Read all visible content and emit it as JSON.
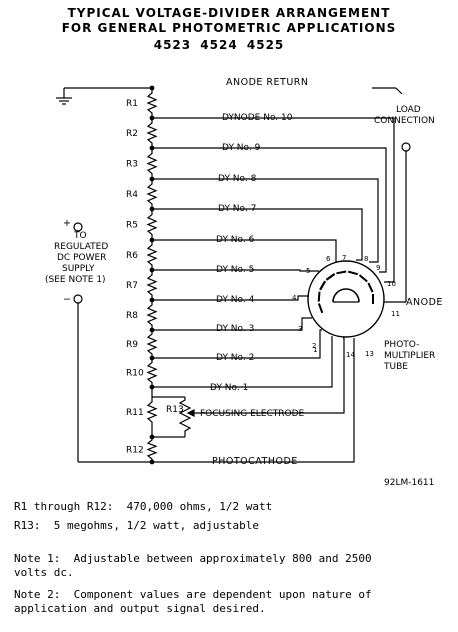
{
  "title": {
    "line1": "TYPICAL VOLTAGE-DIVIDER ARRANGEMENT",
    "line2": "FOR GENERAL PHOTOMETRIC APPLICATIONS",
    "line3": "4523   4524   4525"
  },
  "labels": {
    "anode_return": "ANODE RETURN",
    "dynode_10": "DYNODE No. 10",
    "dy9": "DY No. 9",
    "dy8": "DY No. 8",
    "dy7": "DY No. 7",
    "dy6": "DY No. 6",
    "dy5": "DY No. 5",
    "dy4": "DY No. 4",
    "dy3": "DY No. 3",
    "dy2": "DY No. 2",
    "dy1": "DY No. 1",
    "focusing": "FOCUSING ELECTRODE",
    "photocathode": "PHOTOCATHODE",
    "load1": "LOAD",
    "load2": "CONNECTION",
    "anode": "ANODE",
    "tube1": "PHOTO-",
    "tube2": "MULTIPLIER",
    "tube3": "TUBE",
    "supply1": "TO",
    "supply2": "REGULATED",
    "supply3": "DC POWER",
    "supply4": "SUPPLY",
    "supply5": "(SEE NOTE 1)",
    "plus": "+",
    "minus": "−"
  },
  "resistors": [
    "R1",
    "R2",
    "R3",
    "R4",
    "R5",
    "R6",
    "R7",
    "R8",
    "R9",
    "R10",
    "R11",
    "R12"
  ],
  "r13": "R13",
  "pins": [
    "1",
    "2",
    "3",
    "4",
    "5",
    "6",
    "7",
    "8",
    "9",
    "10",
    "11",
    "13",
    "14"
  ],
  "drawing_ref": "92LM-1611",
  "notes": {
    "r_spec_label": "R1 through R12:",
    "r_spec_value": "470,000 ohms, 1/2 watt",
    "r13_label": "R13:",
    "r13_value": "5 megohms, 1/2 watt, adjustable",
    "note1_label": "Note 1:",
    "note1_text": "Adjustable between approximately 800 and 2500",
    "note1_text2": "volts dc.",
    "note2_label": "Note 2:",
    "note2_text": "Component values are dependent upon nature of",
    "note2_text2": "application and output signal desired."
  }
}
